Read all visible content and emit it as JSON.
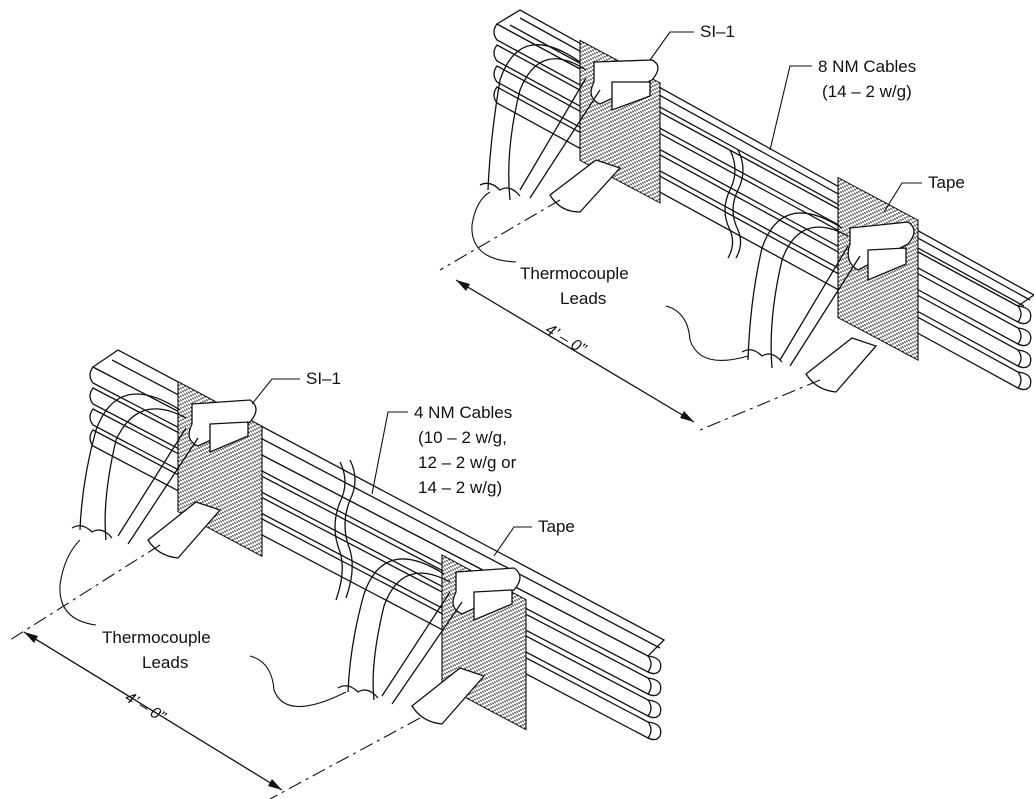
{
  "top_assembly": {
    "sample_label": "SI–1",
    "cables_label_line1": "8 NM Cables",
    "cables_label_line2": "(14 – 2 w/g)",
    "tape_label": "Tape",
    "thermocouple_line1": "Thermocouple",
    "thermocouple_line2": "Leads",
    "dimension": "4’ – 0”"
  },
  "bottom_assembly": {
    "sample_label": "SI–1",
    "cables_label_line1": "4 NM Cables",
    "cables_label_line2": "(10 – 2 w/g,",
    "cables_label_line3": "12 – 2 w/g or",
    "cables_label_line4": "14 – 2 w/g)",
    "tape_label": "Tape",
    "thermocouple_line1": "Thermocouple",
    "thermocouple_line2": "Leads",
    "dimension": "4’ – 0”"
  },
  "colors": {
    "line": "#111111",
    "tape_pattern": "#555555",
    "background": "#ffffff"
  }
}
